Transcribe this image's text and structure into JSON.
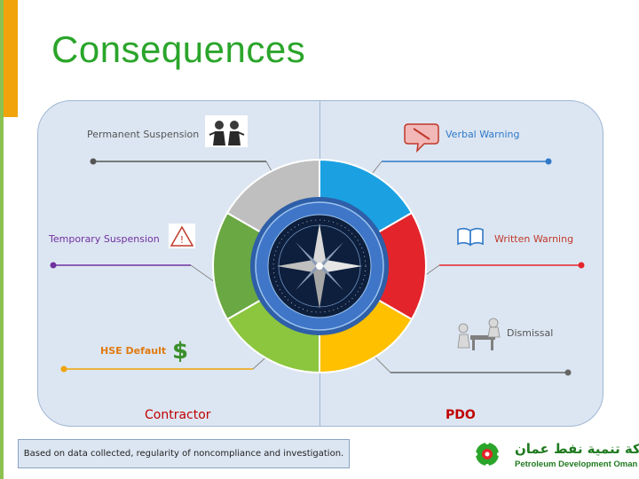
{
  "title": "Consequences",
  "columns": {
    "left": "Contractor",
    "right": "PDO"
  },
  "consequences": {
    "permanent_suspension": "Permanent Suspension",
    "temporary_suspension": "Temporary Suspension",
    "hse_default": "HSE Default",
    "verbal_warning": "Verbal Warning",
    "written_warning": "Written Warning",
    "dismissal": "Dismissal"
  },
  "note": "Based on data collected, regularity of noncompliance and investigation.",
  "logo": {
    "name": "Petroleum Development Oman",
    "arabic": "شركة تنمية نفط عمان"
  },
  "icons": {
    "permanent_suspension": "people-arguing-icon",
    "temporary_suspension": "warning-triangle-icon",
    "hse_default": "dollar-sign-icon",
    "verbal_warning": "speech-bubble-no-icon",
    "written_warning": "open-book-icon",
    "dismissal": "office-desk-figures-icon",
    "center": "compass-icon"
  },
  "colors": {
    "title": "#2aa52a",
    "segment_blue": "#1ba1e2",
    "segment_red": "#e3242b",
    "segment_yellow": "#ffc000",
    "segment_light_green": "#8cc63f",
    "segment_green": "#6aa843",
    "segment_gray": "#bfbfbf",
    "line_gray": "#555555",
    "line_purple": "#7030a0",
    "line_orange": "#f0a30a",
    "line_blue": "#2f78c8",
    "line_red": "#e3242b",
    "line_gray_right": "#666666"
  }
}
